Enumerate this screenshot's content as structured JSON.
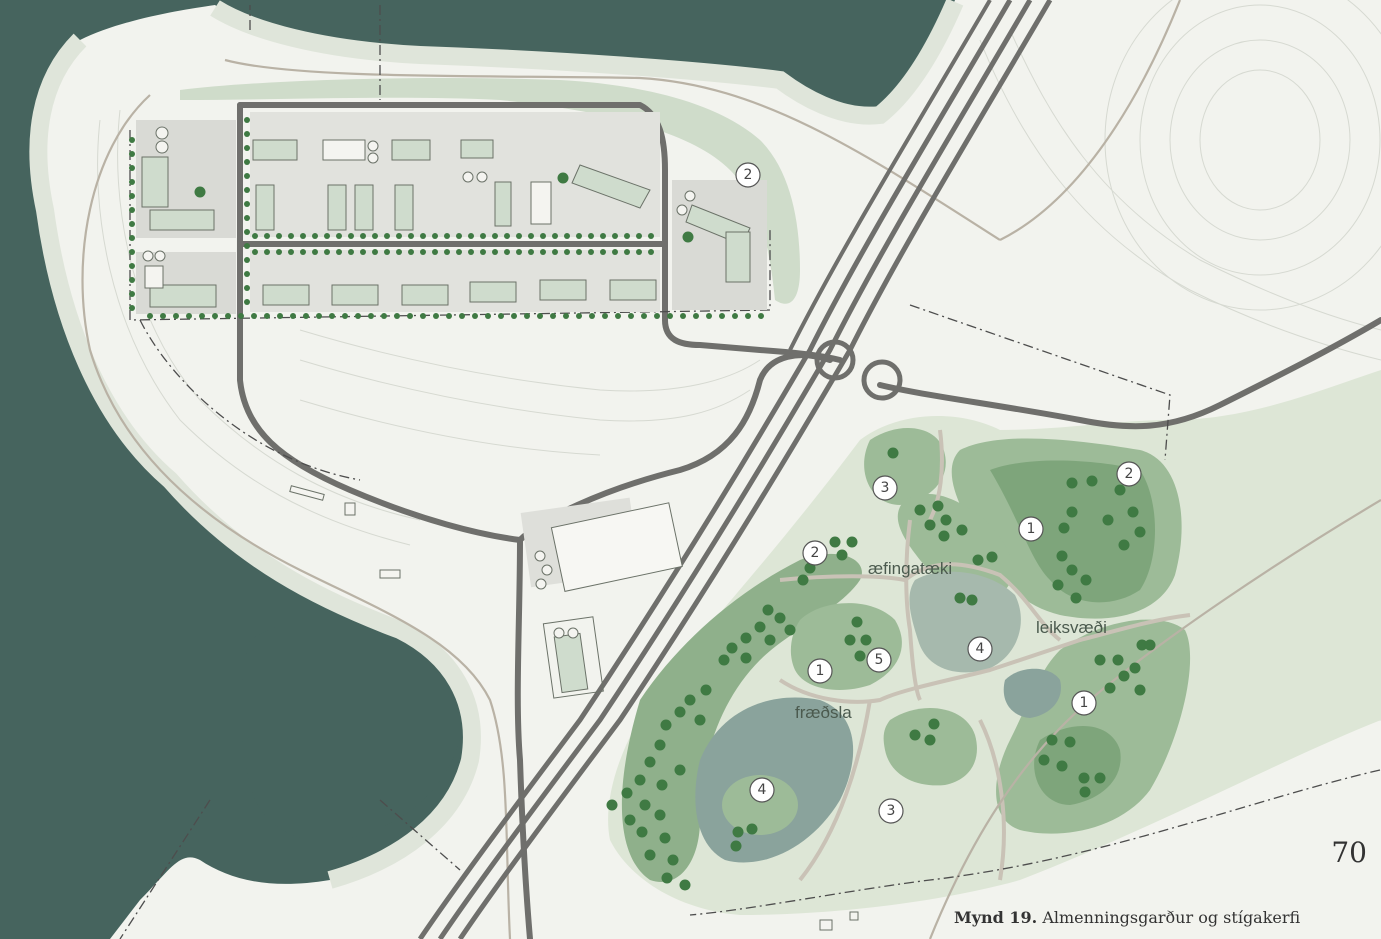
{
  "colors": {
    "water": "#46645e",
    "land": "#f2f3ee",
    "road": "#6f6f6c",
    "park_light": "#dde6d6",
    "park_mid": "#9dbb98",
    "park_dark": "#6f9a6e",
    "pond": "#8aa39c",
    "tree": "#3f7a43",
    "path": "#b9b2a5"
  },
  "labels": {
    "aefingataeki": "æfingatæki",
    "leiksvaedi": "leiksvæði",
    "fraedsla": "fræðsla"
  },
  "badges": [
    "2",
    "3",
    "1",
    "2",
    "2",
    "4",
    "1",
    "5",
    "1",
    "4",
    "3"
  ],
  "page": {
    "number": "70"
  },
  "caption": {
    "prefix": "Mynd 19.",
    "text": " Almenningsgarður og stígakerfi"
  }
}
